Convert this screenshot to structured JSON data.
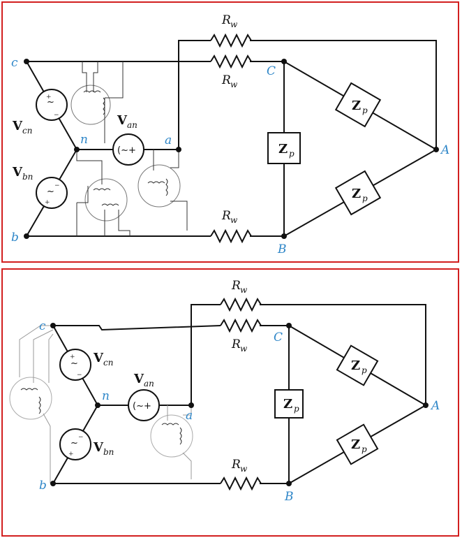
{
  "diagrams": [
    {
      "id": "top",
      "nodes": {
        "c": "c",
        "b": "b",
        "n": "n",
        "a": "a",
        "C": "C",
        "B": "B",
        "A": "A"
      },
      "resistor": {
        "main": "R",
        "sub": "w"
      },
      "impedance": {
        "main": "Z",
        "sub": "p"
      },
      "sources": {
        "cn": {
          "main": "V",
          "sub": "cn"
        },
        "bn": {
          "main": "V",
          "sub": "bn"
        },
        "an": {
          "main": "V",
          "sub": "an"
        }
      }
    },
    {
      "id": "bottom",
      "nodes": {
        "c": "c",
        "b": "b",
        "n": "n",
        "a": "a",
        "C": "C",
        "B": "B",
        "A": "A"
      },
      "resistor": {
        "main": "R",
        "sub": "w"
      },
      "impedance": {
        "main": "Z",
        "sub": "p"
      },
      "sources": {
        "cn": {
          "main": "V",
          "sub": "cn"
        },
        "bn": {
          "main": "V",
          "sub": "bn"
        },
        "an": {
          "main": "V",
          "sub": "an"
        }
      }
    }
  ]
}
